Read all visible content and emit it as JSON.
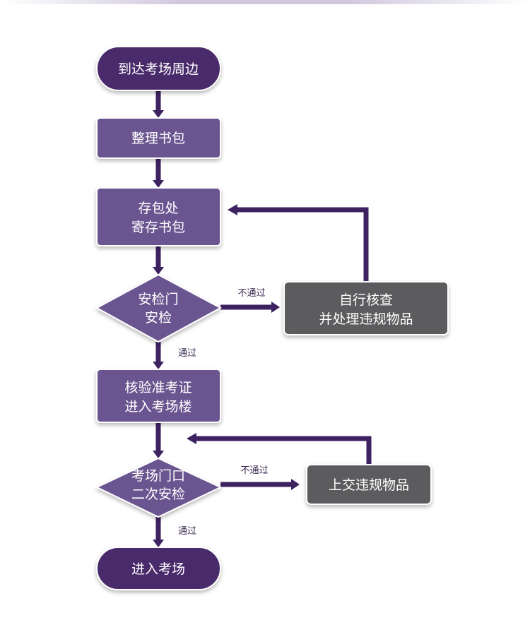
{
  "colors": {
    "dark_purple": "#4a2a6a",
    "light_purple": "#6b5590",
    "gray": "#5c5c5e",
    "arrow": "#3e2161"
  },
  "nodes": {
    "arrive": "到达考场周边",
    "organize": "整理书包",
    "deposit": {
      "line1": "存包处",
      "line2": "寄存书包"
    },
    "gate_check": {
      "line1": "安检门",
      "line2": "安检"
    },
    "self_check": {
      "line1": "自行核查",
      "line2": "并处理违规物品"
    },
    "verify": {
      "line1": "核验准考证",
      "line2": "进入考场楼"
    },
    "second_check": {
      "line1": "考场门口",
      "line2": "二次安检"
    },
    "hand_in": "上交违规物品",
    "enter": "进入考场"
  },
  "edge_labels": {
    "fail_1": "不通过",
    "pass_1": "通过",
    "fail_2": "不通过",
    "pass_2": "通过"
  }
}
